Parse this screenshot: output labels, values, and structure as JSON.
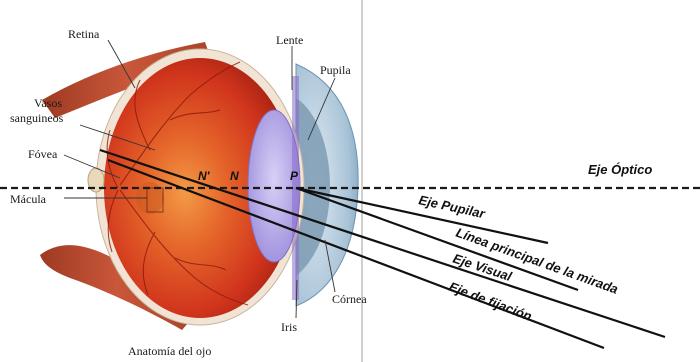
{
  "labels": {
    "retina": "Retina",
    "lente": "Lente",
    "pupila": "Pupila",
    "vasos_line1": "Vasos",
    "vasos_line2": "sanguineos",
    "fovea": "Fóvea",
    "macula": "Mácula",
    "cornea": "Córnea",
    "iris": "Iris",
    "caption": "Anatomía del ojo"
  },
  "points": {
    "n_prime": "N'",
    "n": "N",
    "p": "P"
  },
  "axes": {
    "optico": "Eje Óptico",
    "pupilar": "Eje Pupilar",
    "linea_principal": "Línea principal de la mirada",
    "visual": "Eje Visual",
    "fijacion": "Eje de fijación"
  },
  "colors": {
    "eyeball": "#d8341e",
    "muscle": "#b5462a",
    "lens": "#b6a6e6",
    "cornea": "#a9c4d8",
    "iris": "#8aa7bd"
  }
}
